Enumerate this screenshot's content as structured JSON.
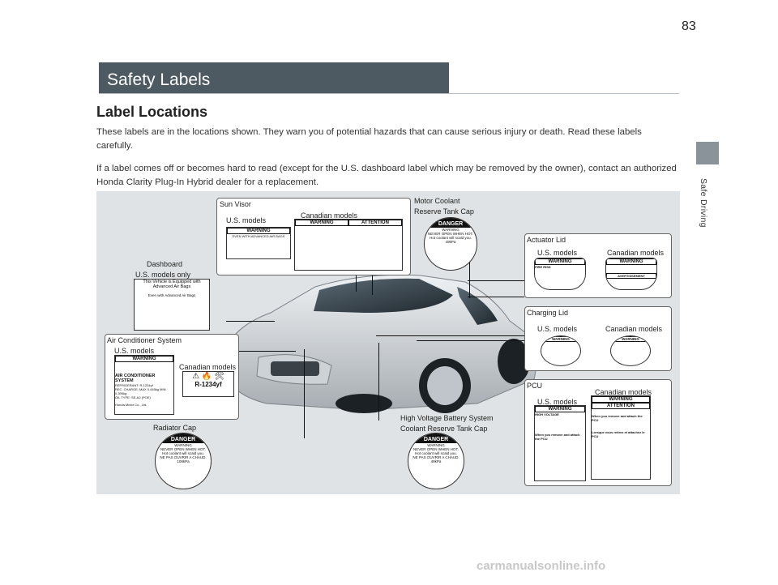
{
  "page": {
    "number": "83",
    "side_tab_label": "Safe Driving",
    "title": "Safety Labels",
    "section_title": "Label Locations",
    "para1": "These labels are in the locations shown. They warn you of potential hazards that can cause serious injury or death. Read these labels carefully.",
    "para2": "If a label comes off or becomes hard to read (except for the U.S. dashboard label which may be removed by the owner), contact an authorized Honda Clarity Plug-In Hybrid dealer for a replacement.",
    "watermark": "carmanualsonline.info"
  },
  "labels": {
    "sun_visor": "Sun Visor",
    "us_models": "U.S. models",
    "canadian_models": "Canadian models",
    "motor_coolant": "Motor Coolant",
    "reserve_tank_cap": "Reserve Tank Cap",
    "actuator_lid": "Actuator Lid",
    "dashboard": "Dashboard",
    "us_models_only": "U.S. models only",
    "charging_lid": "Charging Lid",
    "air_conditioner": "Air Conditioner System",
    "pcu": "PCU",
    "radiator_cap": "Radiator Cap",
    "hv_battery": "High Voltage Battery System",
    "coolant_reserve": "Coolant Reserve Tank Cap"
  },
  "stickers": {
    "warning": "WARNING",
    "attention": "ATTENTION",
    "danger": "DANGER",
    "advertissement": "AVERTISSEMENT",
    "airbag_line": "EVEN WITH ADVANCED AIR BAGS",
    "dash_title": "This Vehicle is Equipped with Advanced Air Bags",
    "dash_sub": "Even with Advanced Air Bags",
    "ac_title": "AIR CONDITIONER SYSTEM",
    "ac_refrigerant": "REFRIGERANT: R-1234yf",
    "ac_charge": "REC. CHARGE: MAX 0.445kg MIN 0.395kg",
    "ac_oil": "OIL TYPE: SE-A2 (POE)",
    "ac_maker": "Honda Motor Co., Ltd.",
    "r1234": "R-1234yf",
    "never_open": "NEVER OPEN WHEN HOT.",
    "hot_coolant": "Hot coolant will scald you.",
    "ne_pas": "NE PAS OUVRIR A CHAUD.",
    "kpa_108": "108kPa",
    "kpa_49": "49kPa",
    "fire_risk": "FIRE RISK",
    "high_voltage": "HIGH VOLTAGE",
    "remove_pcu": "When you remove and attach the PCU",
    "lorsque": "Lorsque vous retirez et attachez le PCU"
  }
}
